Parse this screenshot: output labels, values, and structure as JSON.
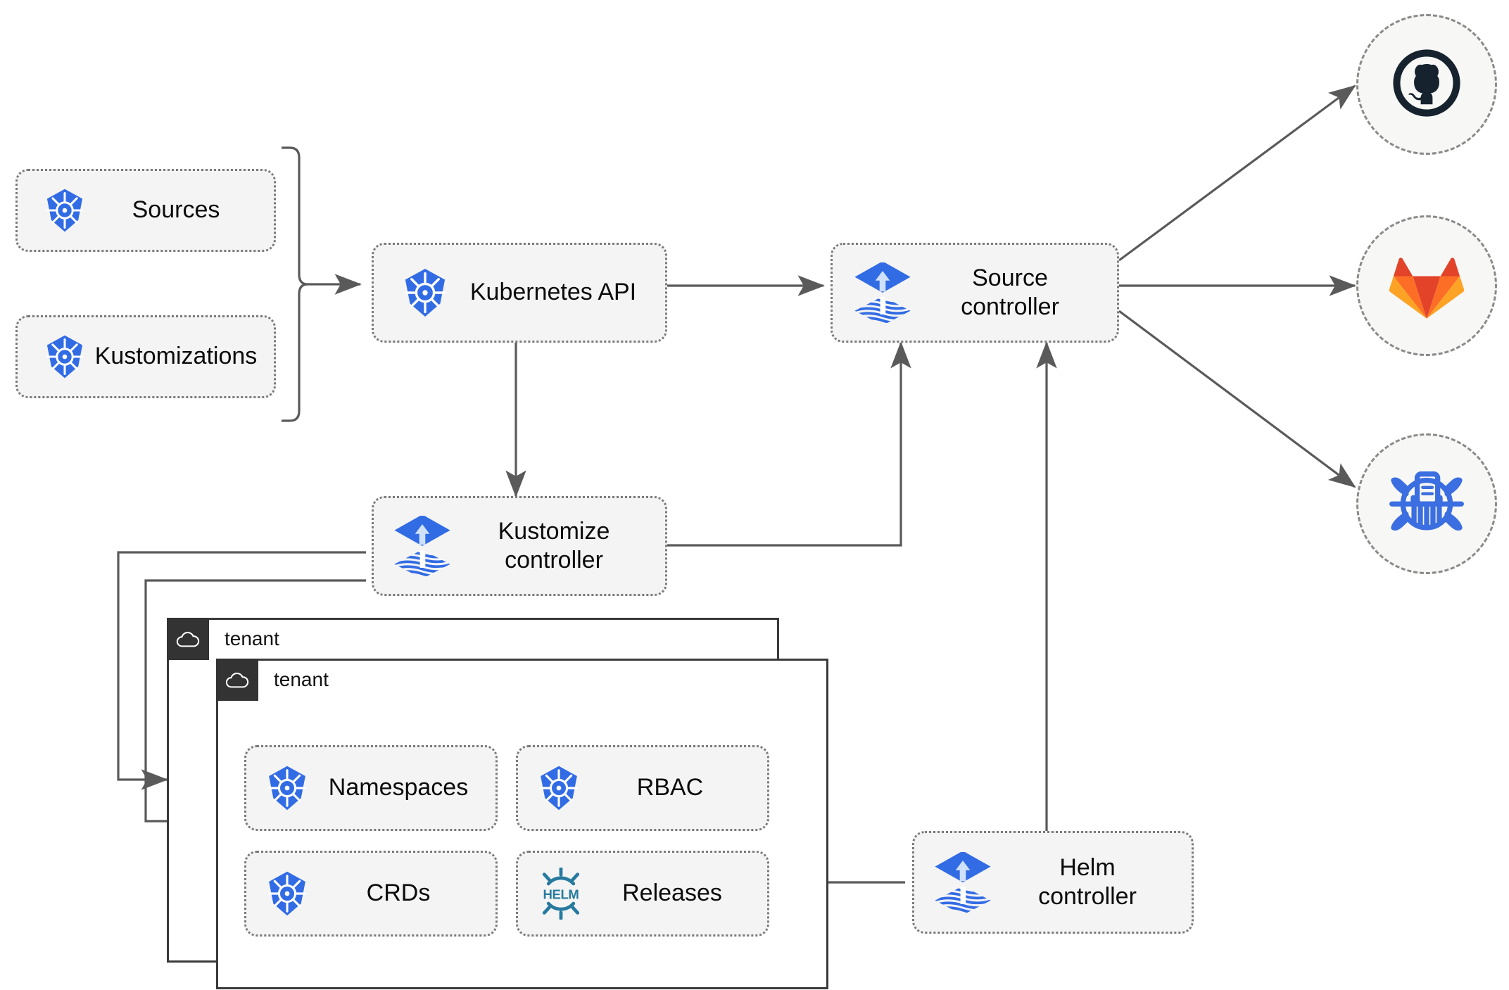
{
  "diagram": {
    "title": "Flux GitOps multi-tenancy architecture",
    "background": "#ffffff",
    "colors": {
      "node_fill": "#f4f4f4",
      "node_border": "#7a7a7a",
      "wire": "#5a5a5a",
      "tenant_border": "#3a3a3a",
      "tenant_badge": "#333333",
      "kubernetes_blue": "#326ce5",
      "flux_blue": "#326ce5",
      "helm_teal": "#277a9f",
      "github_navy": "#16232f",
      "gitlab_red": "#e24329",
      "gitlab_orange": "#fc6d26",
      "gitlab_amber": "#fca326",
      "registry_blue": "#3b6ee0"
    }
  },
  "resources": [
    {
      "id": "sources",
      "label": "Sources",
      "icon": "kubernetes-icon"
    },
    {
      "id": "kustomizations",
      "label": "Kustomizations",
      "icon": "kubernetes-icon"
    }
  ],
  "controllers": [
    {
      "id": "kubernetes-api",
      "label": "Kubernetes API",
      "icon": "kubernetes-icon"
    },
    {
      "id": "source-controller",
      "label": "Source\ncontroller",
      "icon": "flux-icon"
    },
    {
      "id": "kustomize-controller",
      "label": "Kustomize\ncontroller",
      "icon": "flux-icon"
    },
    {
      "id": "helm-controller",
      "label": "Helm\ncontroller",
      "icon": "flux-icon"
    }
  ],
  "endpoints": [
    {
      "id": "github",
      "label": "github-icon",
      "icon": "github-icon"
    },
    {
      "id": "gitlab",
      "label": "gitlab-icon",
      "icon": "gitlab-icon"
    },
    {
      "id": "registry",
      "label": "helm-repository-icon",
      "icon": "helm-repository-icon"
    }
  ],
  "tenants": [
    {
      "id": "tenant-back",
      "label": "tenant",
      "icon": "cloud-icon"
    },
    {
      "id": "tenant-front",
      "label": "tenant",
      "icon": "cloud-icon"
    }
  ],
  "tenant_objects": [
    {
      "id": "namespaces",
      "label": "Namespaces",
      "icon": "kubernetes-icon"
    },
    {
      "id": "rbac",
      "label": "RBAC",
      "icon": "kubernetes-icon"
    },
    {
      "id": "crds",
      "label": "CRDs",
      "icon": "kubernetes-icon"
    },
    {
      "id": "releases",
      "label": "Releases",
      "icon": "helm-icon"
    }
  ],
  "connections": [
    {
      "from": "resources-bracket",
      "to": "kubernetes-api",
      "style": "solid",
      "arrow": "end"
    },
    {
      "from": "kubernetes-api",
      "to": "source-controller",
      "style": "solid",
      "arrow": "both"
    },
    {
      "from": "kubernetes-api",
      "to": "kustomize-controller",
      "style": "solid",
      "arrow": "both"
    },
    {
      "from": "kustomize-controller",
      "to": "source-controller",
      "style": "solid",
      "arrow": "end"
    },
    {
      "from": "helm-controller",
      "to": "source-controller",
      "style": "solid",
      "arrow": "end"
    },
    {
      "from": "helm-controller",
      "to": "releases",
      "style": "solid",
      "arrow": "end"
    },
    {
      "from": "source-controller",
      "to": "github",
      "style": "solid",
      "arrow": "end"
    },
    {
      "from": "source-controller",
      "to": "gitlab",
      "style": "solid",
      "arrow": "end"
    },
    {
      "from": "source-controller",
      "to": "registry",
      "style": "solid",
      "arrow": "end"
    },
    {
      "from": "kustomize-controller",
      "to": "tenant-back",
      "style": "solid",
      "arrow": "end"
    },
    {
      "from": "kustomize-controller",
      "to": "tenant-front",
      "style": "solid",
      "arrow": "end"
    }
  ]
}
